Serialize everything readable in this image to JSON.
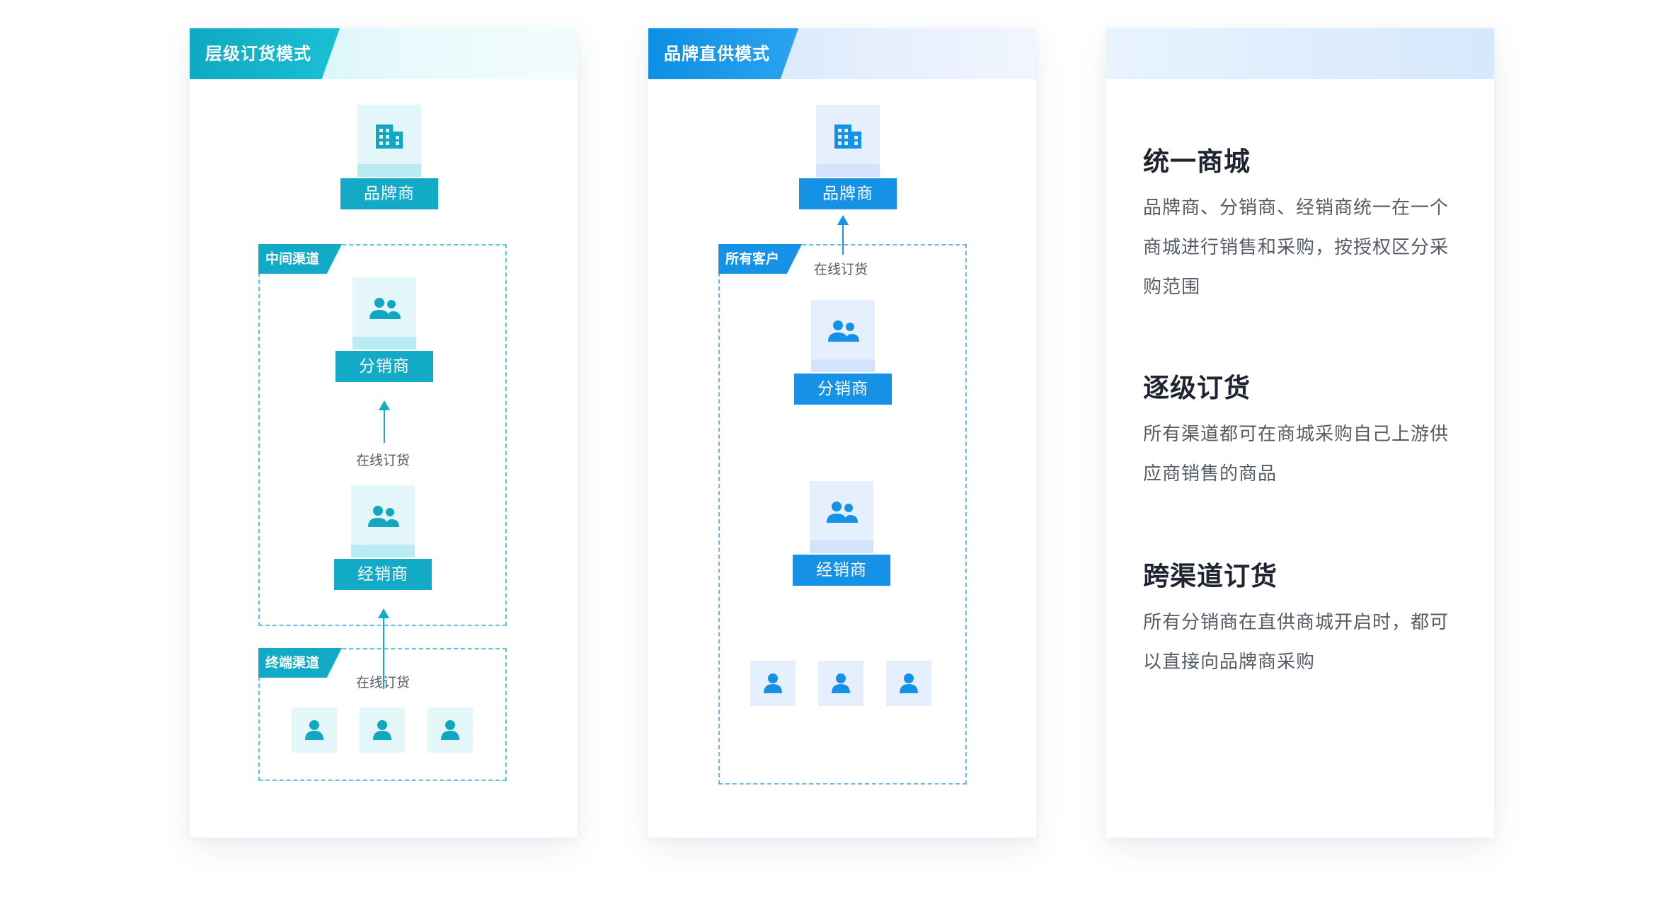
{
  "colors": {
    "teal": "#12aac6",
    "teal_light": "#e2f7fa",
    "blue": "#1592e6",
    "blue_light": "#e6effd",
    "dash_teal": "#56c7dc",
    "dash_blue": "#6fb6ec"
  },
  "card1": {
    "title": "层级订货模式",
    "brand": {
      "label": "品牌商",
      "icon": "building-icon"
    },
    "zone_middle": "中间渠道",
    "distributor": {
      "label": "分销商",
      "icon": "group-icon"
    },
    "arrow_label_1": "在线订货",
    "dealer": {
      "label": "经销商",
      "icon": "group-icon"
    },
    "zone_terminal": "终端渠道",
    "arrow_label_2": "在线订货",
    "users": [
      "user-icon",
      "user-icon",
      "user-icon"
    ]
  },
  "card2": {
    "title": "品牌直供模式",
    "brand": {
      "label": "品牌商",
      "icon": "building-icon"
    },
    "zone_all": "所有客户",
    "arrow_label": "在线订货",
    "distributor": {
      "label": "分销商",
      "icon": "group-icon"
    },
    "dealer": {
      "label": "经销商",
      "icon": "group-icon"
    },
    "users": [
      "user-icon",
      "user-icon",
      "user-icon"
    ]
  },
  "card3": {
    "features": [
      {
        "title": "统一商城",
        "lines": [
          "品牌商、分销商、经销商统一在一个",
          "商城进行销售和采购，按授权区分采",
          "购范围"
        ]
      },
      {
        "title": "逐级订货",
        "lines": [
          "所有渠道都可在商城采购自己上游供",
          "应商销售的商品"
        ]
      },
      {
        "title": "跨渠道订货",
        "lines": [
          "所有分销商在直供商城开启时，都可",
          "以直接向品牌商采购"
        ]
      }
    ]
  }
}
